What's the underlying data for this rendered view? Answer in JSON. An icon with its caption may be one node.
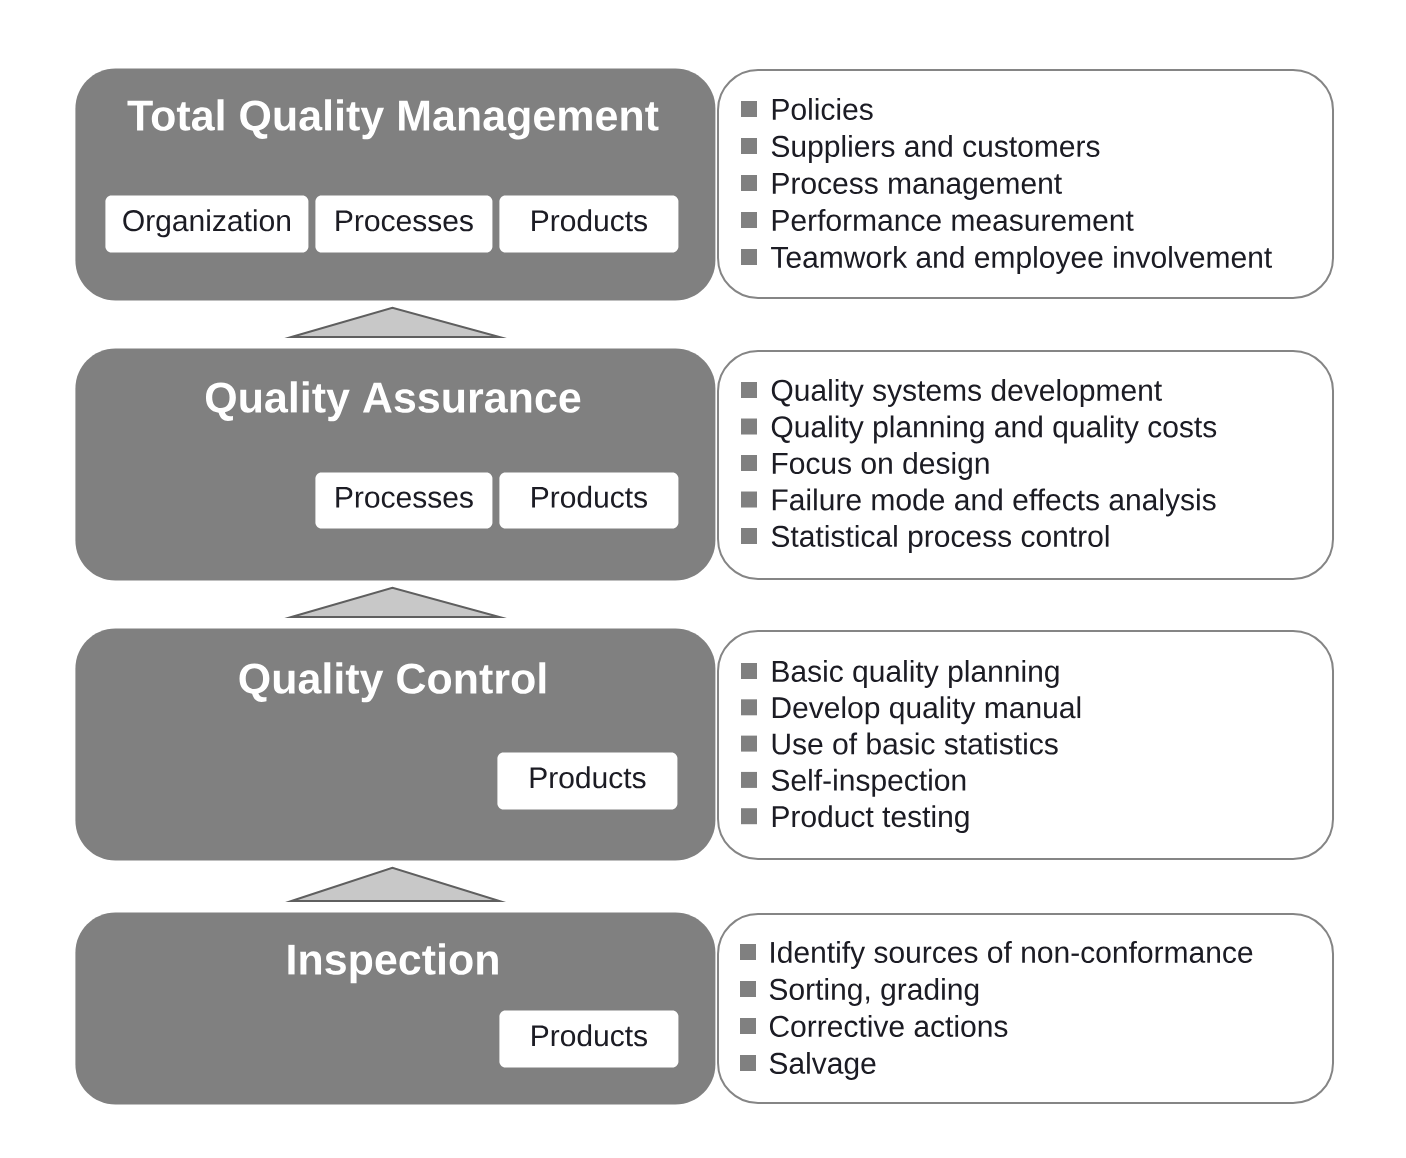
{
  "diagram": {
    "nodes": [
      {
        "text": [
          "Total Quality Management"
        ]
      },
      {
        "text": [
          "Organization"
        ],
        "in": 0
      },
      {
        "text": [
          "Processes"
        ],
        "in": 0
      },
      {
        "text": [
          "Products"
        ],
        "in": 0
      },
      {
        "text": [
          "Policies",
          "Suppliers and customers",
          "Process management",
          "Performance measurement",
          "Teamwork and employee involvement"
        ]
      },
      {
        "text": [
          "Quality Assurance"
        ]
      },
      {
        "text": [
          "Processes"
        ],
        "in": 5
      },
      {
        "text": [
          "Products"
        ],
        "in": 5
      },
      {
        "text": [
          "Quality systems development",
          "Quality planning and quality costs",
          "Focus on design",
          "Failure mode and effects analysis",
          "Statistical process control"
        ]
      },
      {
        "text": [
          "Quality Control"
        ]
      },
      {
        "text": [
          "Products"
        ],
        "in": 9
      },
      {
        "text": [
          "Basic quality planning",
          "Develop quality manual",
          "Use of basic statistics",
          "Self-inspection",
          "Product testing"
        ]
      },
      {
        "text": [
          "Inspection"
        ]
      },
      {
        "text": [
          "Products"
        ],
        "in": 12
      },
      {
        "text": [
          "Identify sources of non-conformance",
          "Sorting, grading",
          "Corrective actions",
          "Salvage"
        ]
      }
    ],
    "edges": [
      {
        "from": 5,
        "to": 0,
        "arrow": "to"
      },
      {
        "from": 9,
        "to": 5,
        "arrow": "to"
      },
      {
        "from": 12,
        "to": 9,
        "arrow": "to"
      }
    ]
  }
}
